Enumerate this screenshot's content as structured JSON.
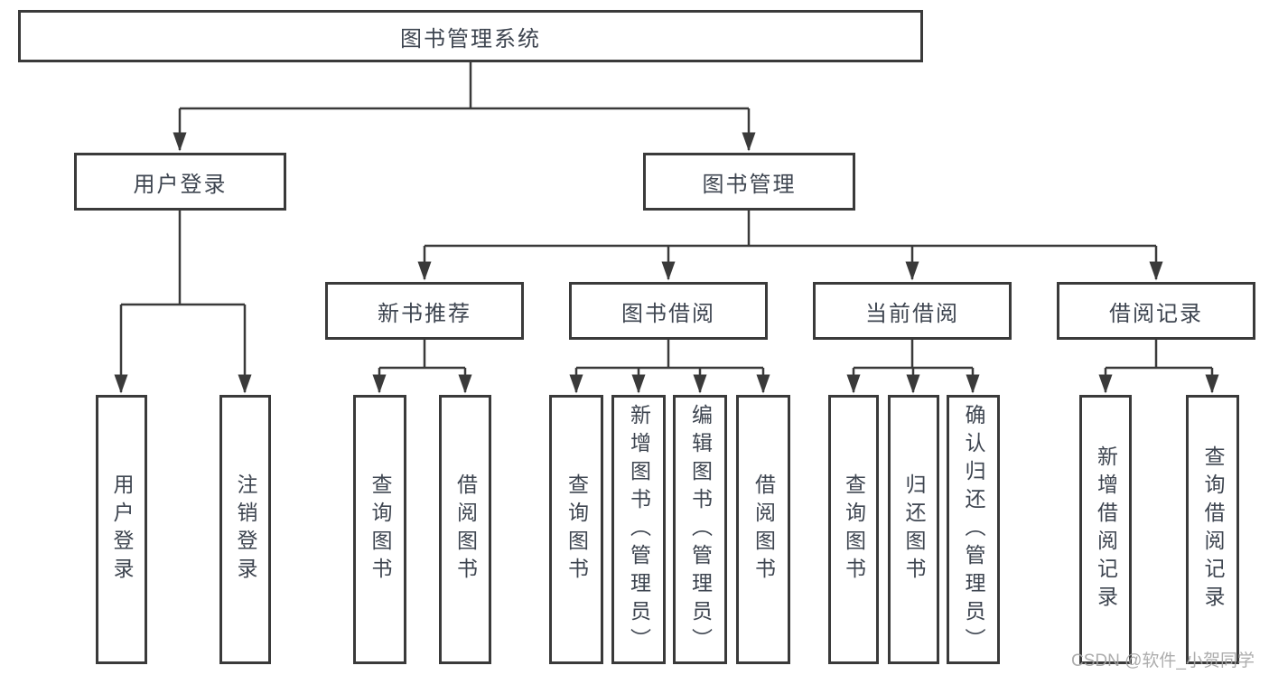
{
  "tree": {
    "root": {
      "label": "图书管理系统",
      "children": [
        {
          "label": "用户登录",
          "children": [
            {
              "label": "用户登录"
            },
            {
              "label": "注销登录"
            }
          ]
        },
        {
          "label": "图书管理",
          "children": [
            {
              "label": "新书推荐",
              "children": [
                {
                  "label": "查询图书"
                },
                {
                  "label": "借阅图书"
                }
              ]
            },
            {
              "label": "图书借阅",
              "children": [
                {
                  "label": "查询图书"
                },
                {
                  "label": "新增图书（管理员）"
                },
                {
                  "label": "编辑图书（管理员）"
                },
                {
                  "label": "借阅图书"
                }
              ]
            },
            {
              "label": "当前借阅",
              "children": [
                {
                  "label": "查询图书"
                },
                {
                  "label": "归还图书"
                },
                {
                  "label": "确认归还（管理员）"
                }
              ]
            },
            {
              "label": "借阅记录",
              "children": [
                {
                  "label": "新增借阅记录"
                },
                {
                  "label": "查询借阅记录"
                }
              ]
            }
          ]
        }
      ]
    }
  },
  "watermark": {
    "text": "CSDN @软件_小贺同学"
  },
  "colors": {
    "line": "#3a3a3a",
    "border": "#3a3a3a",
    "text": "#3e4550",
    "watermark": "#a4a4a4",
    "background": "#ffffff"
  }
}
